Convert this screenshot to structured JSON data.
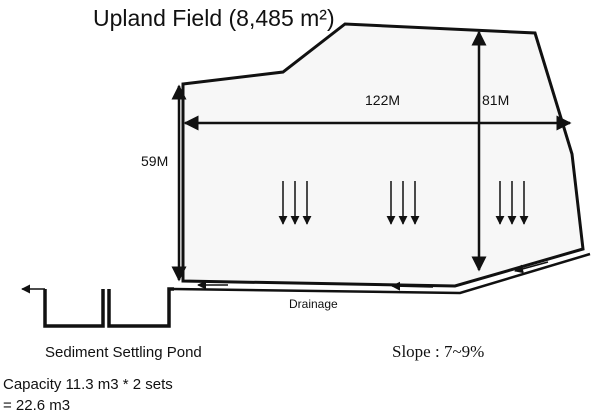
{
  "title": "Upland Field (8,485 m²)",
  "dimensions": {
    "width": "122M",
    "right_height": "81M",
    "left_height": "59M"
  },
  "drainage_label": "Drainage",
  "pond_label": "Sediment Settling Pond",
  "slope_label": "Slope : 7~9%",
  "capacity": {
    "line1": "Capacity 11.3 m3 * 2 sets",
    "line2": "= 22.6 m3"
  }
}
